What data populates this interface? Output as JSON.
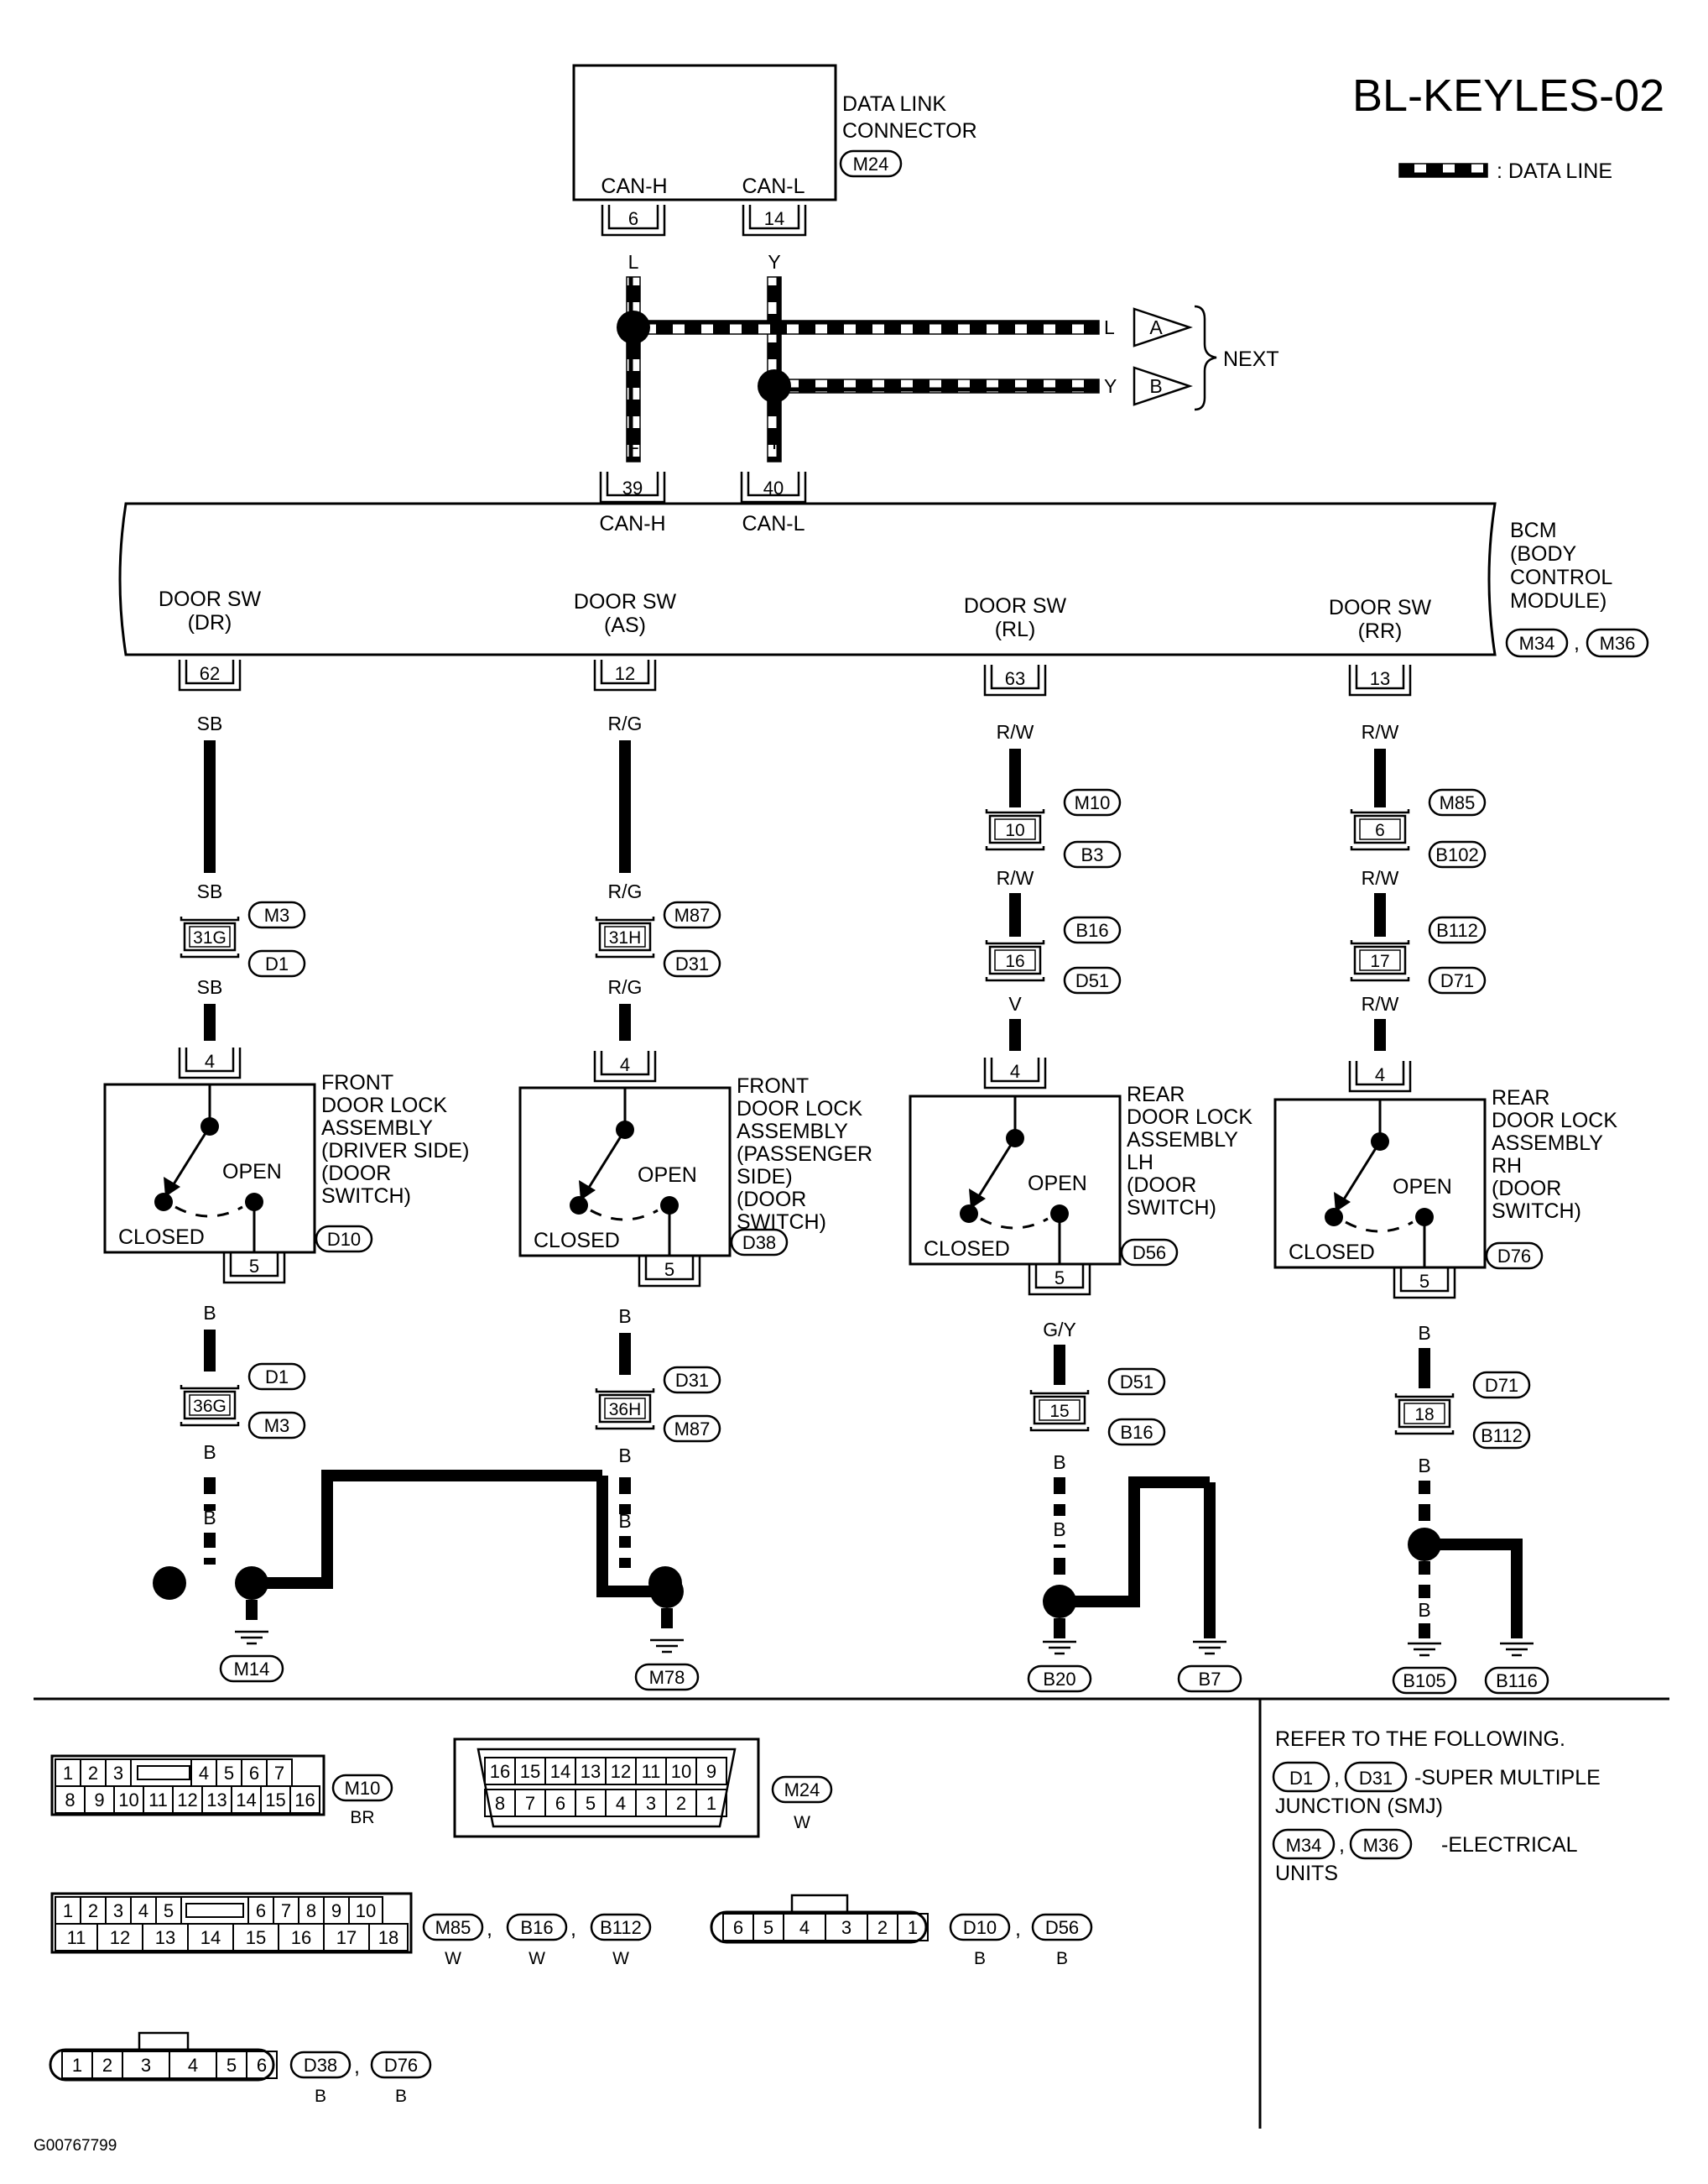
{
  "title": "BL-KEYLES-02",
  "legend": {
    "data_line": ": DATA LINE"
  },
  "dlc": {
    "name_lines": [
      "DATA LINK",
      "CONNECTOR"
    ],
    "conn": "M24",
    "canh": "CAN-H",
    "canl": "CAN-L",
    "pin_h": "6",
    "pin_l": "14"
  },
  "next": {
    "label": "NEXT",
    "a": "A",
    "b": "B",
    "color_a": "L",
    "color_b": "Y"
  },
  "can_colors": {
    "l_top": "L",
    "l_bot": "L",
    "y_top": "Y",
    "y_bot": "Y"
  },
  "bcm": {
    "name_lines": [
      "BCM",
      "(BODY",
      "CONTROL",
      "MODULE)"
    ],
    "conn_1": "M34",
    "conn_sep": ",",
    "conn_2": "M36",
    "pin_canh": "39",
    "pin_canl": "40",
    "canh": "CAN-H",
    "canl": "CAN-L"
  },
  "circuits": [
    {
      "sw_label": "DOOR SW",
      "sw_sub": "(DR)",
      "bcm_pin": "62",
      "w1": "SB",
      "w2": "SB",
      "w3": "SB",
      "j1_pin": "31G",
      "j1_c1": "M3",
      "j1_c2": "D1",
      "lock_pin": "4",
      "open": "OPEN",
      "closed": "CLOSED",
      "out_pin": "5",
      "lock_conn": "D10",
      "lock_lines": [
        "FRONT",
        "DOOR LOCK",
        "ASSEMBLY",
        "(DRIVER SIDE)",
        "(DOOR",
        " SWITCH)"
      ],
      "w4": "B",
      "j2_pin": "36G",
      "j2_c1": "D1",
      "j2_c2": "M3",
      "w5": "B",
      "w6": "B",
      "w7": "B",
      "ground": "M14"
    },
    {
      "sw_label": "DOOR SW",
      "sw_sub": "(AS)",
      "bcm_pin": "12",
      "w1": "R/G",
      "w2": "R/G",
      "w3": "R/G",
      "j1_pin": "31H",
      "j1_c1": "M87",
      "j1_c2": "D31",
      "lock_pin": "4",
      "open": "OPEN",
      "closed": "CLOSED",
      "out_pin": "5",
      "lock_conn": "D38",
      "lock_lines": [
        "FRONT",
        "DOOR LOCK",
        "ASSEMBLY",
        "(PASSENGER",
        " SIDE)",
        "(DOOR",
        " SWITCH)"
      ],
      "w4": "B",
      "j2_pin": "36H",
      "j2_c1": "D31",
      "j2_c2": "M87",
      "w5": "B",
      "w6": "B",
      "w7": "B",
      "ground": "M78"
    },
    {
      "sw_label": "DOOR SW",
      "sw_sub": "(RL)",
      "bcm_pin": "63",
      "w1": "R/W",
      "j1_pin": "10",
      "j1_c1": "M10",
      "j1_c2": "B3",
      "w2": "R/W",
      "j2_pin": "16",
      "j2_c1": "B16",
      "j2_c2": "D51",
      "w3": "V",
      "lock_pin": "4",
      "open": "OPEN",
      "closed": "CLOSED",
      "out_pin": "5",
      "lock_conn": "D56",
      "lock_lines": [
        "REAR",
        "DOOR LOCK",
        "ASSEMBLY",
        "LH",
        "(DOOR",
        " SWITCH)"
      ],
      "w4": "G/Y",
      "j3_pin": "15",
      "j3_c1": "D51",
      "j3_c2": "B16",
      "w5": "B",
      "w6": "B",
      "w7": "B",
      "w8": "B",
      "ground1": "B20",
      "ground2": "B7"
    },
    {
      "sw_label": "DOOR SW",
      "sw_sub": "(RR)",
      "bcm_pin": "13",
      "w1": "R/W",
      "j1_pin": "6",
      "j1_c1": "M85",
      "j1_c2": "B102",
      "w2": "R/W",
      "j2_pin": "17",
      "j2_c1": "B112",
      "j2_c2": "D71",
      "w3": "R/W",
      "lock_pin": "4",
      "open": "OPEN",
      "closed": "CLOSED",
      "out_pin": "5",
      "lock_conn": "D76",
      "lock_lines": [
        "REAR",
        "DOOR LOCK",
        "ASSEMBLY",
        "RH",
        "(DOOR",
        " SWITCH)"
      ],
      "w4": "B",
      "j3_pin": "18",
      "j3_c1": "D71",
      "j3_c2": "B112",
      "w5": "B",
      "w6": "B",
      "w7": "B",
      "ground1": "B105",
      "ground2": "B116"
    }
  ],
  "connectors": {
    "m10": {
      "row1": [
        "1",
        "2",
        "3",
        "",
        "4",
        "5",
        "6",
        "7"
      ],
      "row2": [
        "8",
        "9",
        "10",
        "11",
        "12",
        "13",
        "14",
        "15",
        "16"
      ],
      "id": "M10",
      "color": "BR"
    },
    "m24": {
      "row1": [
        "16",
        "15",
        "14",
        "13",
        "12",
        "11",
        "10",
        "9"
      ],
      "row2": [
        "8",
        "7",
        "6",
        "5",
        "4",
        "3",
        "2",
        "1"
      ],
      "id": "M24",
      "color": "W"
    },
    "m85": {
      "row1": [
        "1",
        "2",
        "3",
        "4",
        "5",
        "",
        "6",
        "7",
        "8",
        "9",
        "10"
      ],
      "row2": [
        "11",
        "12",
        "13",
        "14",
        "15",
        "16",
        "17",
        "18"
      ],
      "ids": [
        "M85",
        "B16",
        "B112"
      ],
      "colors": [
        "W",
        "W",
        "W"
      ],
      "sep": ","
    },
    "d10": {
      "pins": [
        "6",
        "5",
        "4",
        "3",
        "2",
        "1"
      ],
      "ids": [
        "D10",
        "D56"
      ],
      "colors": [
        "B",
        "B"
      ],
      "sep": ","
    },
    "d38": {
      "pins": [
        "1",
        "2",
        "3",
        "4",
        "5",
        "6"
      ],
      "ids": [
        "D38",
        "D76"
      ],
      "colors": [
        "B",
        "B"
      ],
      "sep": ","
    }
  },
  "refer": {
    "heading": "REFER TO THE FOLLOWING.",
    "smj_ids": [
      "D1",
      "D31"
    ],
    "smj_text": "-SUPER MULTIPLE",
    "smj_text2": "JUNCTION (SMJ)",
    "eu_ids": [
      "M34",
      "M36"
    ],
    "eu_text": "-ELECTRICAL",
    "eu_text2": "UNITS",
    "sep": ","
  },
  "code": "G00767799"
}
